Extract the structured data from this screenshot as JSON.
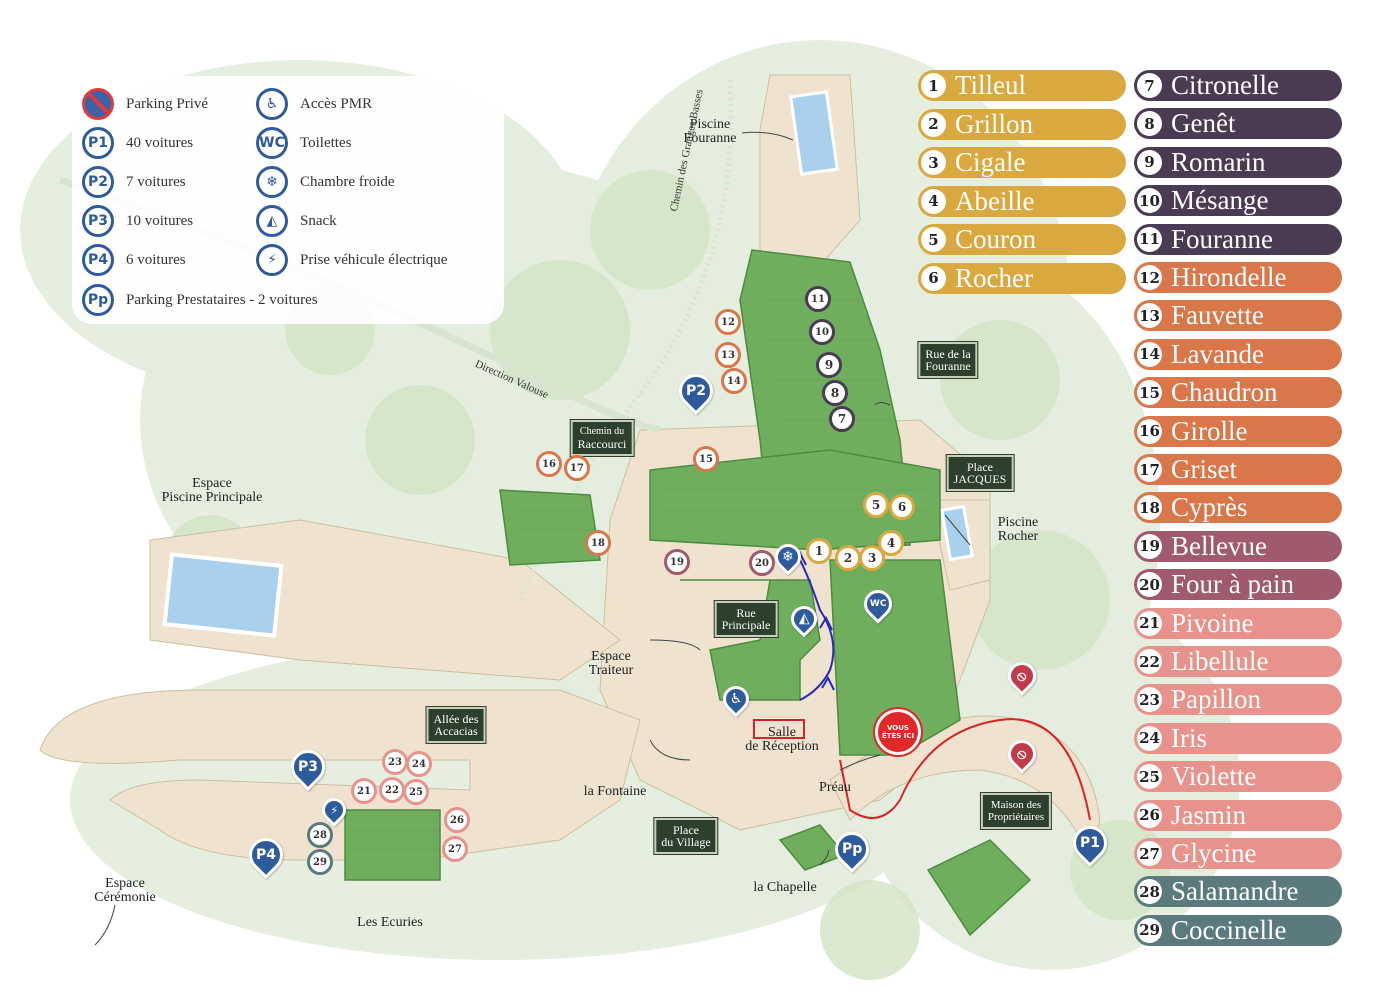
{
  "legend": {
    "items": [
      {
        "icon": "no-parking-icon",
        "code": "",
        "label": "Parking Privé"
      },
      {
        "icon": "p1-icon",
        "code": "P1",
        "label": "40 voitures"
      },
      {
        "icon": "p2-icon",
        "code": "P2",
        "label": "7 voitures"
      },
      {
        "icon": "p3-icon",
        "code": "P3",
        "label": "10 voitures"
      },
      {
        "icon": "p4-icon",
        "code": "P4",
        "label": "6 voitures"
      },
      {
        "icon": "pp-icon",
        "code": "Pp",
        "label": "Parking Prestataires - 2 voitures"
      },
      {
        "icon": "wheelchair-icon",
        "code": "♿",
        "label": "Accès PMR"
      },
      {
        "icon": "wc-icon",
        "code": "WC",
        "label": "Toilettes"
      },
      {
        "icon": "snowflake-icon",
        "code": "❄",
        "label": "Chambre froide"
      },
      {
        "icon": "pizza-icon",
        "code": "◭",
        "label": "Snack"
      },
      {
        "icon": "electric-car-icon",
        "code": "⚡",
        "label": "Prise véhicule électrique"
      }
    ]
  },
  "rooms": [
    {
      "num": "1",
      "name": "Tilleul",
      "color": "#d9a940"
    },
    {
      "num": "2",
      "name": "Grillon",
      "color": "#d9a940"
    },
    {
      "num": "3",
      "name": "Cigale",
      "color": "#d9a940"
    },
    {
      "num": "4",
      "name": "Abeille",
      "color": "#d9a940"
    },
    {
      "num": "5",
      "name": "Couron",
      "color": "#d9a940"
    },
    {
      "num": "6",
      "name": "Rocher",
      "color": "#d9a940"
    },
    {
      "num": "7",
      "name": "Citronelle",
      "color": "#4a3b52"
    },
    {
      "num": "8",
      "name": "Genêt",
      "color": "#4a3b52"
    },
    {
      "num": "9",
      "name": "Romarin",
      "color": "#4a3b52"
    },
    {
      "num": "10",
      "name": "Mésange",
      "color": "#4a3b52"
    },
    {
      "num": "11",
      "name": "Fouranne",
      "color": "#4a3b52"
    },
    {
      "num": "12",
      "name": "Hirondelle",
      "color": "#d9774a"
    },
    {
      "num": "13",
      "name": "Fauvette",
      "color": "#d9774a"
    },
    {
      "num": "14",
      "name": "Lavande",
      "color": "#d9774a"
    },
    {
      "num": "15",
      "name": "Chaudron",
      "color": "#d9774a"
    },
    {
      "num": "16",
      "name": "Girolle",
      "color": "#d9774a"
    },
    {
      "num": "17",
      "name": "Griset",
      "color": "#d9774a"
    },
    {
      "num": "18",
      "name": "Cyprès",
      "color": "#d9774a"
    },
    {
      "num": "19",
      "name": "Bellevue",
      "color": "#a05a6e"
    },
    {
      "num": "20",
      "name": "Four à pain",
      "color": "#a05a6e"
    },
    {
      "num": "21",
      "name": "Pivoine",
      "color": "#e7938c"
    },
    {
      "num": "22",
      "name": "Libellule",
      "color": "#e7938c"
    },
    {
      "num": "23",
      "name": "Papillon",
      "color": "#e7938c"
    },
    {
      "num": "24",
      "name": "Iris",
      "color": "#e7938c"
    },
    {
      "num": "25",
      "name": "Violette",
      "color": "#e7938c"
    },
    {
      "num": "26",
      "name": "Jasmin",
      "color": "#e7938c"
    },
    {
      "num": "27",
      "name": "Glycine",
      "color": "#e7938c"
    },
    {
      "num": "28",
      "name": "Salamandre",
      "color": "#5a7a7e"
    },
    {
      "num": "29",
      "name": "Coccinelle",
      "color": "#5a7a7e"
    }
  ],
  "places": {
    "piscine_fouranne": [
      "Piscine",
      "Fouranne"
    ],
    "espace_piscine": [
      "Espace",
      "Piscine Principale"
    ],
    "espace_traiteur": [
      "Espace",
      "Traiteur"
    ],
    "salle": [
      "Salle",
      "de Réception"
    ],
    "fontaine": "la Fontaine",
    "preau": "Préau",
    "chapelle": "la Chapelle",
    "espace_ceremonie": [
      "Espace",
      "Cérémonie"
    ],
    "ecuries": "Les Ecuries",
    "piscine_rocher": [
      "Piscine",
      "Rocher"
    ]
  },
  "signs": {
    "rue_fouranne": [
      "Rue de la",
      "Fouranne"
    ],
    "chemin_raccourci": [
      "Chemin du",
      "Raccourci"
    ],
    "place_jacques": [
      "Place",
      "JACQUES"
    ],
    "rue_principale": [
      "Rue",
      "Principale"
    ],
    "allee_accacias": [
      "Allée des",
      "Accacias"
    ],
    "place_village": [
      "Place",
      "du Village"
    ],
    "maison_proprietaires": [
      "Maison des",
      "Propriétaires"
    ]
  },
  "roads": {
    "chemin_granges": "Chemin des Granges Basses",
    "direction_valouse": "Direction Valouse"
  },
  "markers": {
    "you_are_here": "VOUS ÊTES ICI",
    "parking": {
      "p1": "P1",
      "p2": "P2",
      "p3": "P3",
      "p4": "P4",
      "pp": "Pp"
    },
    "wc": "WC"
  },
  "colors": {
    "building": "#6fae5c",
    "road": "#efe3cf",
    "greenery": "#dde9d4",
    "pool": "#a9d1ee",
    "parking_pin": "#2f5b9d",
    "no_parking_pin": "#c23b4b",
    "route_red": "#d8232a",
    "route_blue": "#2a2ab8"
  }
}
